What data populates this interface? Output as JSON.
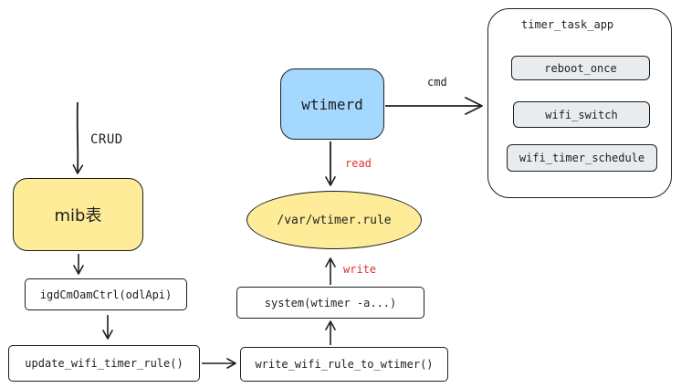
{
  "diagram": {
    "crud_label": "CRUD",
    "mib_table": "mib表",
    "igd_call": "igdCmOamCtrl(odlApi)",
    "update_rule": "update_wifi_timer_rule()",
    "write_rule": "write_wifi_rule_to_wtimer()",
    "system_call": "system(wtimer -a...)",
    "write_label": "write",
    "rule_file": "/var/wtimer.rule",
    "read_label": "read",
    "daemon": "wtimerd",
    "cmd_label": "cmd",
    "app": {
      "title": "timer_task_app",
      "items": [
        "reboot_once",
        "wifi_switch",
        "wifi_timer_schedule"
      ]
    }
  }
}
